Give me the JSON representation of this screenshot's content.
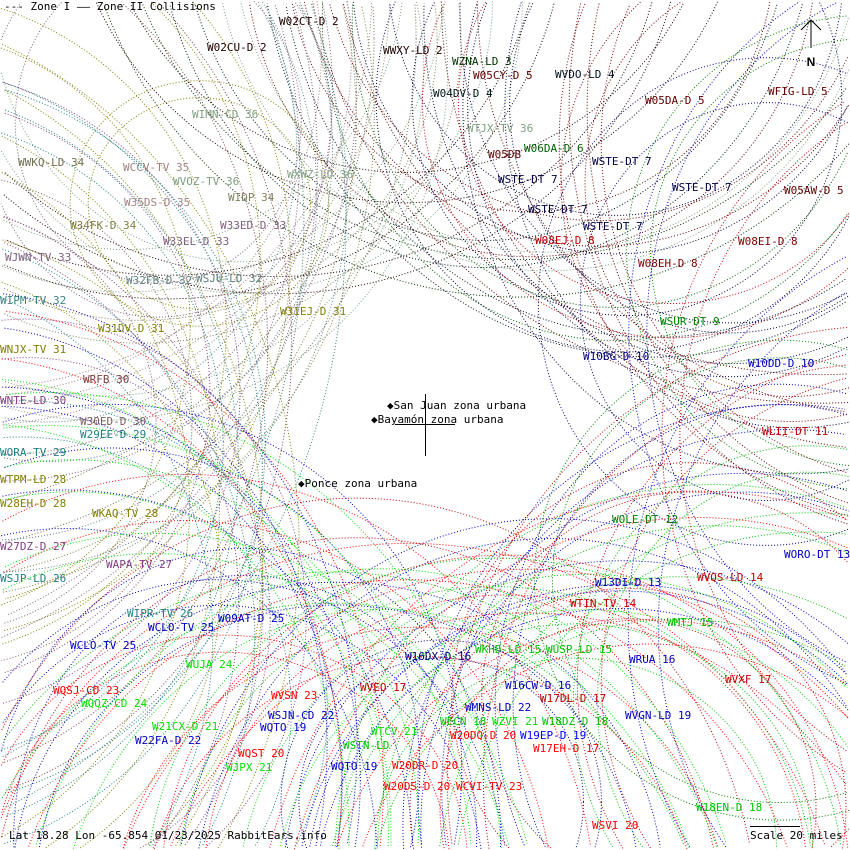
{
  "legend": {
    "zone1": "--- Zone I",
    "zone2": "—— Zone II Collisions"
  },
  "footer": {
    "coords": "Lat 18.28 Lon -65.854 01/23/2025 RabbitEars.info",
    "scale": "Scale 20 miles"
  },
  "compass": {
    "label": "N"
  },
  "cities": [
    {
      "name": "San Juan zona urbana"
    },
    {
      "name": "Bayamón zona urbana"
    },
    {
      "name": "Ponce zona urbana"
    }
  ],
  "stations": [
    {
      "text": "W02CT-D 2",
      "color": "#200000"
    },
    {
      "text": "W02CU-D 2",
      "color": "#200000"
    },
    {
      "text": "WWXY-LD 2",
      "color": "#200000"
    },
    {
      "text": "WZNA-LD 3",
      "color": "#003000"
    },
    {
      "text": "W05CY-D 5",
      "color": "#600000"
    },
    {
      "text": "WVDO-LD 4",
      "color": "#001020"
    },
    {
      "text": "W04DV-D 4",
      "color": "#001818"
    },
    {
      "text": "W05DA-D 5",
      "color": "#600000"
    },
    {
      "text": "WFIG-LD 5",
      "color": "#600000"
    },
    {
      "text": "WIMN-CD 36",
      "color": "#80a080"
    },
    {
      "text": "WTJX-TV 36",
      "color": "#80a080"
    },
    {
      "text": "W05DB",
      "color": "#600000"
    },
    {
      "text": "W06DA-D 6",
      "color": "#006000"
    },
    {
      "text": "WSTE-DT 7",
      "color": "#000040"
    },
    {
      "text": "WWKQ-LD 34",
      "color": "#707050"
    },
    {
      "text": "WCCV-TV 35",
      "color": "#a08080"
    },
    {
      "text": "WVOZ-TV 36",
      "color": "#80a080"
    },
    {
      "text": "WXWZ-LD 36",
      "color": "#80a080"
    },
    {
      "text": "WSTE-DT 7",
      "color": "#000040"
    },
    {
      "text": "WSTE-DT 7",
      "color": "#000040"
    },
    {
      "text": "W05AW-D 5",
      "color": "#600000"
    },
    {
      "text": "WIDP 34",
      "color": "#808060"
    },
    {
      "text": "W35DS-D 35",
      "color": "#a08080"
    },
    {
      "text": "WSTE-DT 7",
      "color": "#000040"
    },
    {
      "text": "WSTE-DT 7",
      "color": "#000040"
    },
    {
      "text": "W34FK-D 34",
      "color": "#808040"
    },
    {
      "text": "W33EL-D 33",
      "color": "#806080"
    },
    {
      "text": "W33ED-D 33",
      "color": "#806080"
    },
    {
      "text": "W08EJ-D 8",
      "color": "#c00000"
    },
    {
      "text": "W08EI-D 8",
      "color": "#800000"
    },
    {
      "text": "WJWN-TV 33",
      "color": "#806080"
    },
    {
      "text": "W08EH-D 8",
      "color": "#800000"
    },
    {
      "text": "W32FB-D 32",
      "color": "#608080"
    },
    {
      "text": "WSJU-LD 32",
      "color": "#608080"
    },
    {
      "text": "WIPM-TV 32",
      "color": "#408080"
    },
    {
      "text": "W31EJ-D 31",
      "color": "#808000"
    },
    {
      "text": "WSUR-DT 9",
      "color": "#008000"
    },
    {
      "text": "W31DV-D 31",
      "color": "#808000"
    },
    {
      "text": "WNJX-TV 31",
      "color": "#808000"
    },
    {
      "text": "W10BG-D 10",
      "color": "#000080"
    },
    {
      "text": "W10DD-D 10",
      "color": "#0000c0"
    },
    {
      "text": "WRFB 30",
      "color": "#804040"
    },
    {
      "text": "WNTE-LD 30",
      "color": "#804080"
    },
    {
      "text": "W30ED-D 30",
      "color": "#806060"
    },
    {
      "text": "W29EE-D 29",
      "color": "#208080"
    },
    {
      "text": "WLII-DT 11",
      "color": "#c00000"
    },
    {
      "text": "WORA-TV 29",
      "color": "#208080"
    },
    {
      "text": "WTPM-LD 28",
      "color": "#808000"
    },
    {
      "text": "W28EH-D 28",
      "color": "#808000"
    },
    {
      "text": "WKAQ-TV 28",
      "color": "#808000"
    },
    {
      "text": "WOLE-DT 12",
      "color": "#008000"
    },
    {
      "text": "W27DZ-D 27",
      "color": "#804080"
    },
    {
      "text": "WORO-DT 13",
      "color": "#0000c0"
    },
    {
      "text": "WAPA-TV 27",
      "color": "#804080"
    },
    {
      "text": "WSJP-LD 26",
      "color": "#208080"
    },
    {
      "text": "W13DI-D 13",
      "color": "#0000c0"
    },
    {
      "text": "WVQS-LD 14",
      "color": "#c00000"
    },
    {
      "text": "WTIN-TV 14",
      "color": "#c00000"
    },
    {
      "text": "WIPR-TV 26",
      "color": "#208080"
    },
    {
      "text": "W09AT-D 25",
      "color": "#0000c0"
    },
    {
      "text": "WCLO-TV 25",
      "color": "#0000c0"
    },
    {
      "text": "WMTJ 15",
      "color": "#00c000"
    },
    {
      "text": "WCLO-TV 25",
      "color": "#0000c0"
    },
    {
      "text": "WKHD-LD 15",
      "color": "#00c000"
    },
    {
      "text": "WUSP-LD 15",
      "color": "#00c000"
    },
    {
      "text": "W16DX-D 16",
      "color": "#000080"
    },
    {
      "text": "WRUA 16",
      "color": "#0000c0"
    },
    {
      "text": "WUJA 24",
      "color": "#00e000"
    },
    {
      "text": "WVEO 17",
      "color": "#c00000"
    },
    {
      "text": "WQSJ-CD 23",
      "color": "#ff0000"
    },
    {
      "text": "WVSN 23",
      "color": "#ff0000"
    },
    {
      "text": "W16CW-D 16",
      "color": "#0000c0"
    },
    {
      "text": "W17DL-D 17",
      "color": "#c00000"
    },
    {
      "text": "WVXF 17",
      "color": "#c00000"
    },
    {
      "text": "WQQZ-CD 24",
      "color": "#00e000"
    },
    {
      "text": "WMNS-LD 22",
      "color": "#0000c0"
    },
    {
      "text": "WSJN-CD 22",
      "color": "#0000c0"
    },
    {
      "text": "WECN 18",
      "color": "#00c000"
    },
    {
      "text": "WZVI 21",
      "color": "#00e000"
    },
    {
      "text": "W18DZ-D 18",
      "color": "#00c000"
    },
    {
      "text": "WVGN-LD 19",
      "color": "#0000c0"
    },
    {
      "text": "WQTO 19",
      "color": "#0000c0"
    },
    {
      "text": "W21CX-D 21",
      "color": "#00e000"
    },
    {
      "text": "WTCV 21",
      "color": "#00e000"
    },
    {
      "text": "W20DQ-D 20",
      "color": "#ff0000"
    },
    {
      "text": "W19EP-D 19",
      "color": "#0000ff"
    },
    {
      "text": "W17EH-D 17",
      "color": "#ff0000"
    },
    {
      "text": "WSTN-LD",
      "color": "#00c000"
    },
    {
      "text": "W22FA-D 22",
      "color": "#0000c0"
    },
    {
      "text": "WQST 20",
      "color": "#ff0000"
    },
    {
      "text": "WJPX 21",
      "color": "#00e000"
    },
    {
      "text": "WQTO 19",
      "color": "#0000c0"
    },
    {
      "text": "W20DR-D 20",
      "color": "#ff0000"
    },
    {
      "text": "W20DS-D 20",
      "color": "#ff0000"
    },
    {
      "text": "WCVI-TV 23",
      "color": "#ff0000"
    },
    {
      "text": "W18EN-D 18",
      "color": "#00c000"
    },
    {
      "text": "WSVI 20",
      "color": "#ff0000"
    }
  ]
}
